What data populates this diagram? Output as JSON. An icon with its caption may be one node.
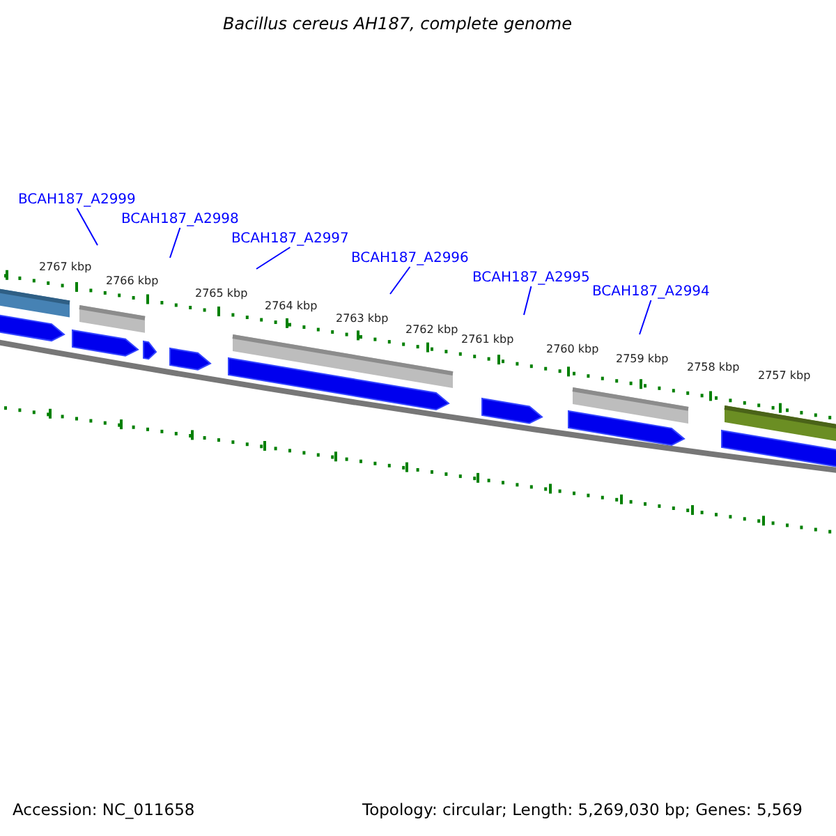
{
  "diagram": {
    "title": "Bacillus cereus AH187, complete genome",
    "nodes": [
      {
        "text": [
          "BCAH187_A2999"
        ]
      },
      {
        "text": [
          "BCAH187_A2998"
        ]
      },
      {
        "text": [
          "BCAH187_A2997"
        ]
      },
      {
        "text": [
          "BCAH187_A2996"
        ]
      },
      {
        "text": [
          "BCAH187_A2995"
        ]
      },
      {
        "text": [
          "BCAH187_A2994"
        ]
      }
    ],
    "edges": [
      {
        "from": 0,
        "to": null,
        "arrow": "none"
      },
      {
        "from": 1,
        "to": null,
        "arrow": "none"
      },
      {
        "from": 2,
        "to": null,
        "arrow": "none"
      },
      {
        "from": 3,
        "to": null,
        "arrow": "none"
      },
      {
        "from": 4,
        "to": null,
        "arrow": "none"
      },
      {
        "from": 5,
        "to": null,
        "arrow": "none"
      }
    ],
    "labels": [
      "2767 kbp",
      "2766 kbp",
      "2765 kbp",
      "2764 kbp",
      "2763 kbp",
      "2762 kbp",
      "2761 kbp",
      "2760 kbp",
      "2759 kbp",
      "2758 kbp",
      "2757 kbp",
      "Accession: NC_011658",
      "Topology: circular; Length: 5,269,030 bp; Genes: 5,569"
    ]
  }
}
